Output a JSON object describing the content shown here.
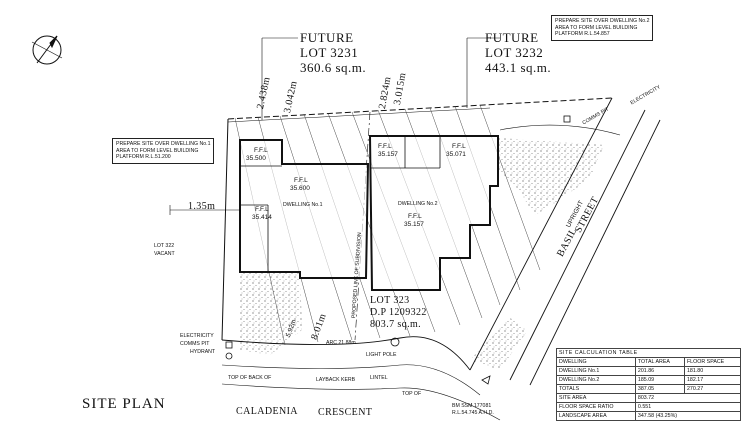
{
  "title": "SITE PLAN",
  "north_label": "N",
  "future_lots": [
    {
      "label": "FUTURE",
      "lot": "LOT 3231",
      "area": "360.6 sq.m."
    },
    {
      "label": "FUTURE",
      "lot": "LOT 3232",
      "area": "443.1 sq.m."
    }
  ],
  "notes": {
    "dwelling2": "PREPARE SITE OVER DWELLING No.2\nAREA TO FORM LEVEL BUILDING\nPLATFORM R.L.54.857",
    "dwelling1": "PREPARE SITE OVER DWELLING No.1\nAREA TO FORM LEVEL BUILDING\nPLATFORM R.L.51.200"
  },
  "dimensions": {
    "d1": "2.438m",
    "d2": "3.042m",
    "d3": "2.824m",
    "d4": "3.015m",
    "left_setback": "1.35m",
    "front1": "8.01m",
    "front2": "5.92m",
    "arc": "ARC 21.88m"
  },
  "ffl": {
    "label": "F.F.L",
    "a": "35.500",
    "b": "35.600",
    "c": "35.414",
    "d": "35.157",
    "e": "35.071",
    "f": "35.157"
  },
  "dwellings": {
    "one": "DWELLING No.1",
    "two": "DWELLING No.2"
  },
  "lot323": {
    "lot": "LOT 323",
    "dp": "D.P 1209322",
    "area": "803.7 sq.m."
  },
  "lot322": {
    "line1": "LOT 322",
    "line2": "VACANT"
  },
  "streets": {
    "basil": "BASIL",
    "street": "STREET",
    "caladenia": "CALADENIA",
    "crescent": "CRESCENT",
    "upright": "UPRIGHT"
  },
  "labels": {
    "electricity": "ELECTRICITY",
    "comms_pit": "COMMS PIT",
    "hydrant": "HYDRANT",
    "top_of_back_of": "TOP OF BACK OF",
    "layback_kerb": "LAYBACK KERB",
    "lintel": "LINTEL",
    "light_pole": "LIGHT POLE",
    "top_of": "TOP OF",
    "bm": "BM SSM 177081\nR.L.54.745 A.H.D.",
    "electricity_right": "ELECTRICITY",
    "comms_pit_right": "COMMS PIT",
    "proposed_line": "PROPOSED LINE OF SUBDIVISION"
  },
  "calc_table": {
    "title": "SITE CALCULATION TABLE",
    "headers": [
      "DWELLING",
      "TOTAL AREA",
      "FLOOR SPACE"
    ],
    "rows": [
      [
        "DWELLING No.1",
        "201.86",
        "181.80"
      ],
      [
        "DWELLING No.2",
        "185.09",
        "182.17"
      ],
      [
        "TOTALS",
        "387.05",
        "270.27"
      ]
    ],
    "summary": [
      [
        "SITE AREA",
        "803.72"
      ],
      [
        "FLOOR SPACE RATIO",
        "0.551"
      ],
      [
        "LANDSCAPE AREA",
        "347.58  (43.25%)"
      ]
    ]
  }
}
